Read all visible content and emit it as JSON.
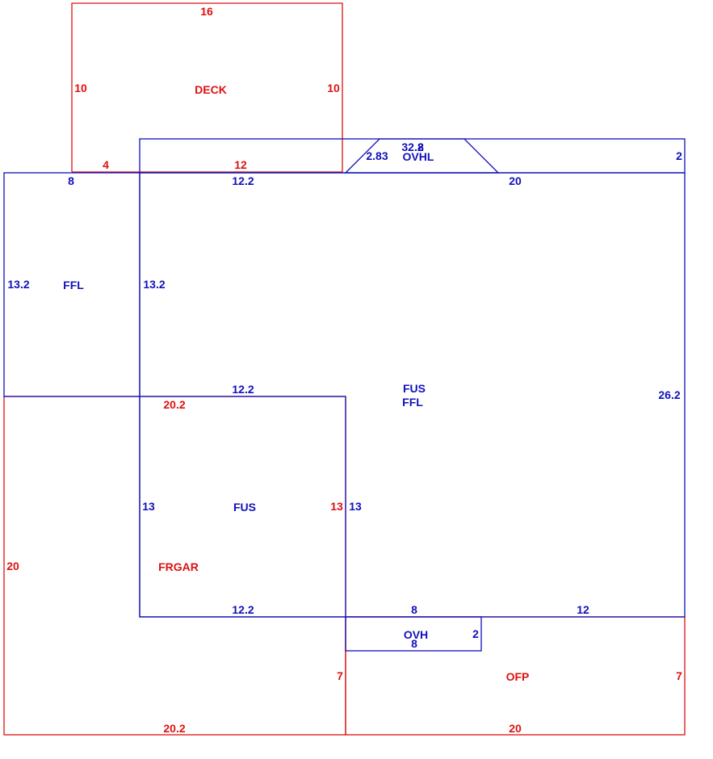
{
  "colors": {
    "red": "#dd1111",
    "blue": "#1111bb",
    "background": "#ffffff"
  },
  "areas": {
    "deck": "DECK",
    "ffl_left": "FFL",
    "fus_main": "FUS",
    "ffl_main": "FFL",
    "ovhl": "OVHL",
    "fus_inner": "FUS",
    "frgar": "FRGAR",
    "ovh": "OVH",
    "ofp": "OFP"
  },
  "dims": {
    "deck_top": "16",
    "deck_left": "10",
    "deck_right": "10",
    "deck_bottom_left": "4",
    "deck_bottom": "12",
    "ffl_left_top": "8",
    "ffl_left_outer": "13.2",
    "ffl_left_inner": "13.2",
    "main_top_left": "12.2",
    "ovhl_left": "2.83",
    "ovhl_top_a": "32.2",
    "ovhl_top_b": "8",
    "ovhl_right": "2",
    "main_top_right": "20",
    "main_right": "26.2",
    "fus_top": "12.2",
    "frgar_top": "20.2",
    "fus_left": "13",
    "garage_inner_right": "13",
    "fus_right": "13",
    "frgar_left": "20",
    "fus_bottom": "12.2",
    "main_bottom_left": "8",
    "main_bottom_right": "12",
    "ovh_bottom": "8",
    "ovh_right": "2",
    "ofp_left": "7",
    "ofp_right": "7",
    "frgar_bottom": "20.2",
    "ofp_bottom": "20"
  }
}
